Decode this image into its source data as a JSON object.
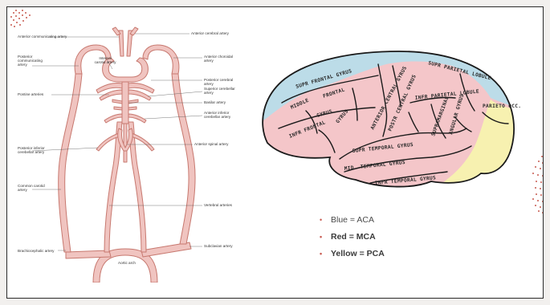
{
  "artery_labels": {
    "anterior_communicating": "Anterior communicating artery",
    "anterior_cerebral": "Anterior cerebral artery",
    "posterior_communicating": "Posterior communicating artery",
    "internal_carotid": "Internal carotid artery",
    "anterior_choroidal": "Anterior choroidal artery",
    "posterior_cerebral": "Posterior cerebral artery",
    "superior_cerebellar": "Superior cerebellar artery",
    "pontine": "Pontine arteries",
    "basilar": "Basilar artery",
    "anterior_inferior_cerebellar": "Anterior inferior cerebellar artery",
    "posterior_inferior_cerebellar": "Posterior inferior cerebellar artery",
    "anterior_spinal": "Anterior spinal artery",
    "common_carotid": "Common carotid artery",
    "vertebral": "Vertebral arteries",
    "brachiocephalic": "Brachiocephalic artery",
    "subclavian": "Subclavian artery",
    "aortic_arch": "Aortic arch"
  },
  "brain_labels": {
    "sup_frontal": "SUPR FRONTAL GYRUS",
    "middle": "MIDDLE",
    "frontal": "FRONTAL",
    "gyrus": "GYRUS",
    "inf_frontal": "INFR FRONTAL",
    "inf_frontal_gyrus": "GYRUS",
    "ant_central": "ANTERIOR CENTRAL GYRUS",
    "post_central": "POSTR CENTRAL GYRUS",
    "sup_parietal": "SUPR PARIETAL LOBULE",
    "inf_parietal": "INFR PARIETAL LOBULE",
    "supramarginal": "SUPRAMARGINAL",
    "angular": "ANGULAR GYRUS",
    "parieto_occ": "PARIETO OCC.",
    "sup_temporal": "SUPR TEMPORAL GYRUS",
    "mid_temporal": "MID. TEMPORAL GYRUS",
    "inf_temporal": "INFR TEMPORAL GYRUS"
  },
  "legend": [
    {
      "text": "Blue = ACA",
      "bold": false
    },
    {
      "text": "Red = MCA",
      "bold": true
    },
    {
      "text": "Yellow = PCA",
      "bold": true
    }
  ],
  "colors": {
    "aca": "#bcdce8",
    "mca": "#f4c6c9",
    "pca": "#f7f1b0",
    "artery_fill": "#f0c4c0",
    "artery_stroke": "#c7786f",
    "accent_dots": "#c85a50"
  }
}
